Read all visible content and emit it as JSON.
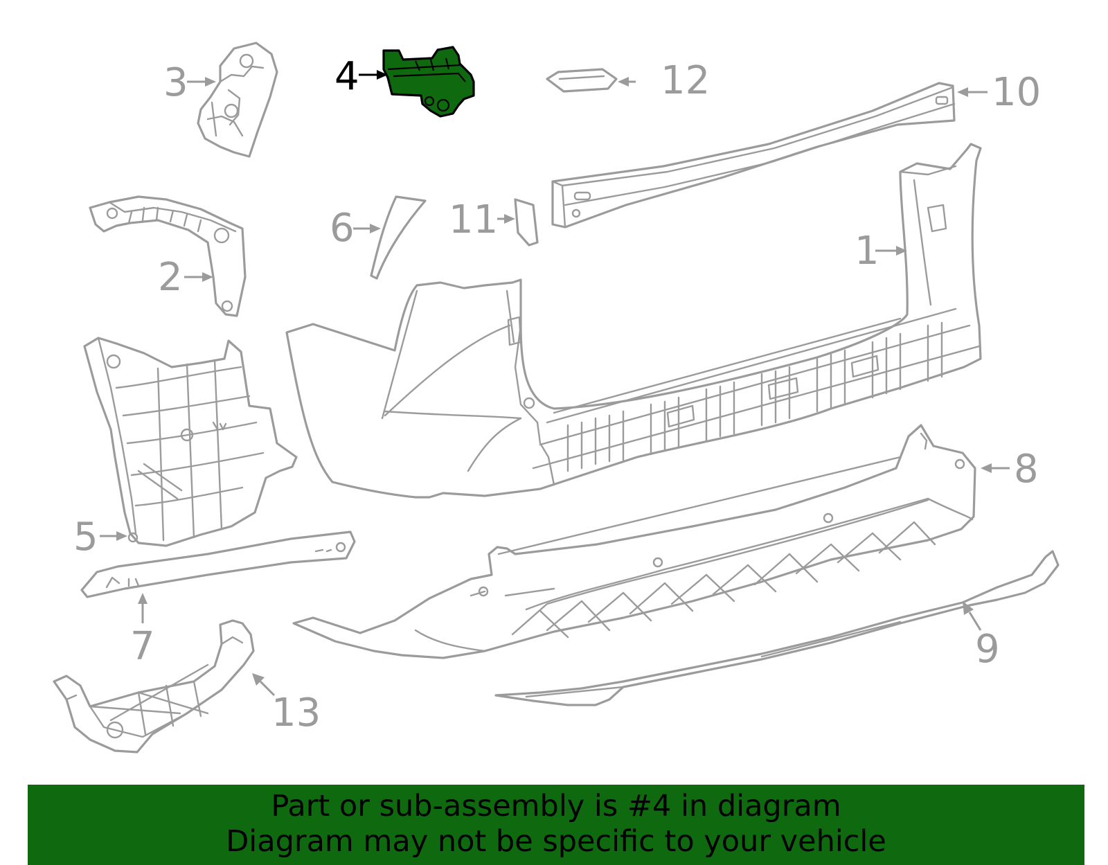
{
  "highlight_color": "#0f6a0f",
  "line_color": "#9b9b9b",
  "highlighted_part": "4",
  "callouts": {
    "c1": "1",
    "c2": "2",
    "c3": "3",
    "c4": "4",
    "c5": "5",
    "c6": "6",
    "c7": "7",
    "c8": "8",
    "c9": "9",
    "c10": "10",
    "c11": "11",
    "c12": "12",
    "c13": "13"
  },
  "banner": {
    "line1": "Part or sub-assembly is #4 in diagram",
    "line2": "Diagram may not be specific to your vehicle"
  }
}
